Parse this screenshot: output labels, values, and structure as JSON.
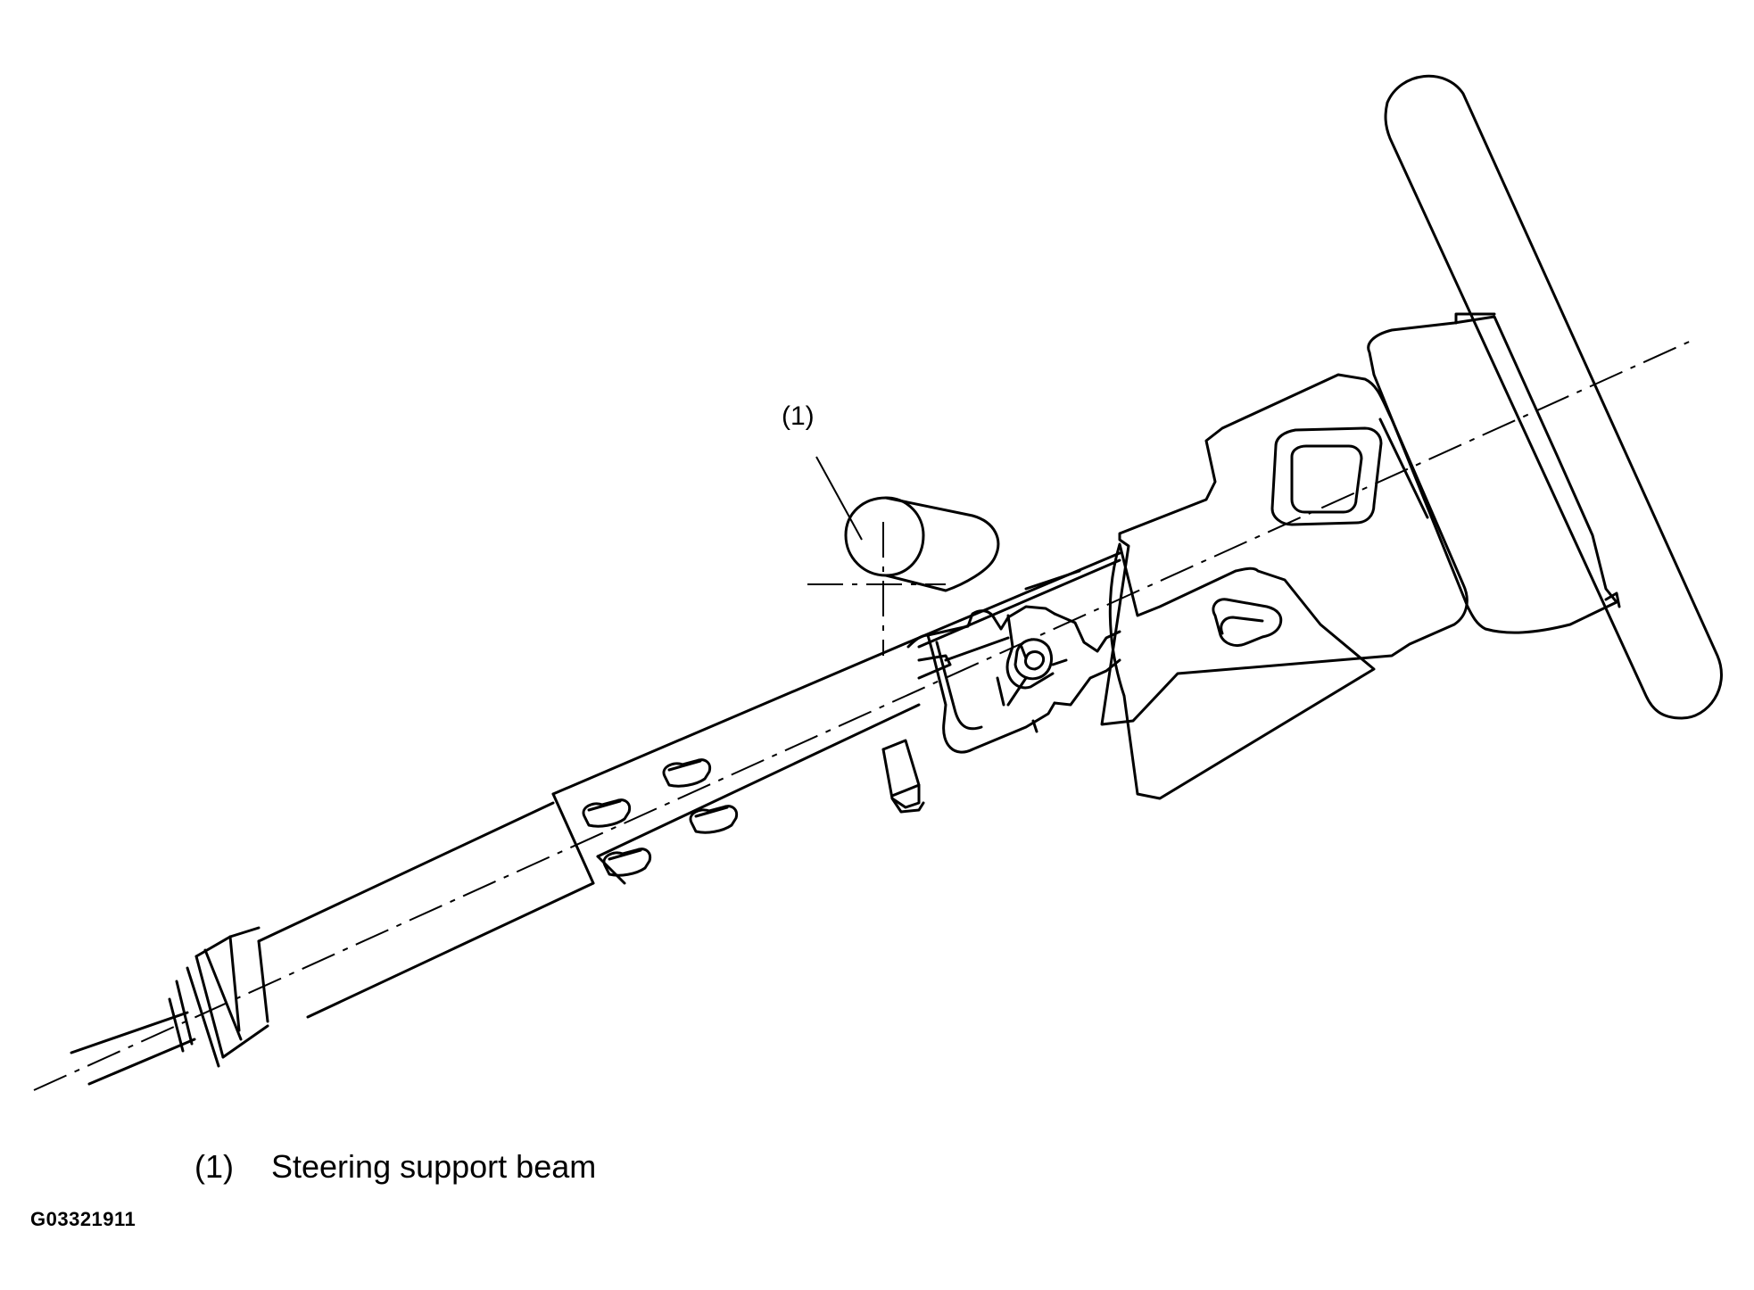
{
  "diagram": {
    "callout_label": "(1)",
    "legend": [
      {
        "number": "(1)",
        "text": "Steering support beam"
      }
    ],
    "figure_id": "G03321911"
  },
  "colors": {
    "line": "#000000",
    "background": "#ffffff"
  }
}
